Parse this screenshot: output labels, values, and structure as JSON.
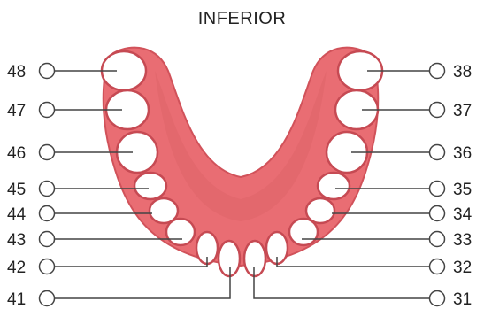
{
  "title": "INFERIOR",
  "colors": {
    "gum": "#e96d73",
    "gum_dark": "#d1525a",
    "gum_inner": "#e2676d",
    "tooth_fill": "#ffffff",
    "tooth_stroke": "#c64a53",
    "line": "#444444",
    "text": "#222222"
  },
  "left_labels": [
    "48",
    "47",
    "46",
    "45",
    "44",
    "43",
    "42",
    "41"
  ],
  "right_labels": [
    "38",
    "37",
    "36",
    "35",
    "34",
    "33",
    "32",
    "31"
  ]
}
